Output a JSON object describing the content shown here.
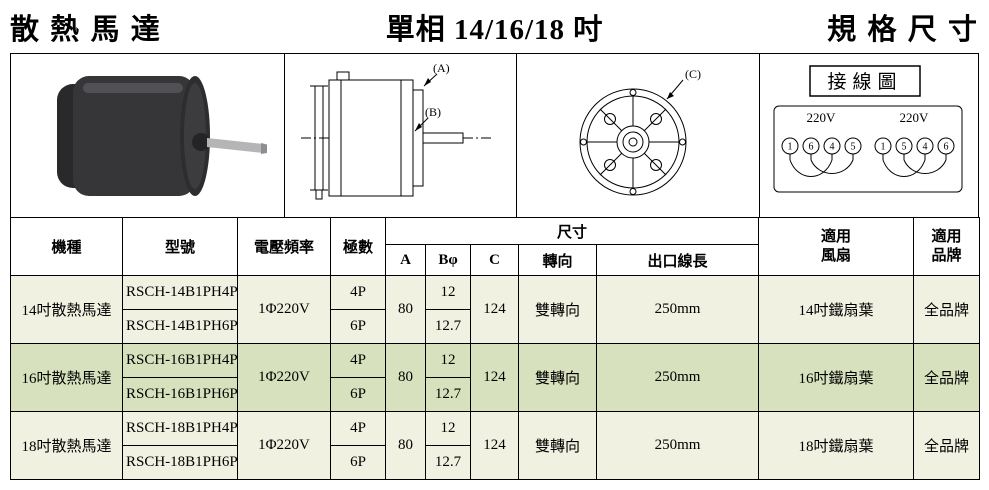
{
  "titles": {
    "left": "散 熱 馬 達",
    "center": "單相  14/16/18 吋",
    "right": "規 格 尺 寸"
  },
  "diagrams": {
    "dim_a_label": "(A)",
    "dim_b_label": "(B)",
    "dim_c_label": "(C)",
    "wiring": {
      "title": "接線圖",
      "left_voltage": "220V",
      "right_voltage": "220V",
      "left_terminals": [
        "1",
        "6",
        "4",
        "5"
      ],
      "right_terminals": [
        "1",
        "5",
        "4",
        "6"
      ]
    }
  },
  "table": {
    "headers": {
      "model_type": "機種",
      "model_no": "型號",
      "voltage_freq": "電壓頻率",
      "poles": "極數",
      "dimensions": "尺寸",
      "dim_a": "A",
      "dim_b": "Bφ",
      "dim_c": "C",
      "rotation": "轉向",
      "wire_length": "出口線長",
      "fan_line1": "適用",
      "fan_line2": "風扇",
      "brand_line1": "適用",
      "brand_line2": "品牌"
    },
    "groups": [
      {
        "model_type": "14吋散熱馬達",
        "voltage": "1Φ220V",
        "dim_a": "80",
        "dim_c": "124",
        "rotation": "雙轉向",
        "wire_length": "250mm",
        "fan": "14吋鐵扇葉",
        "brand": "全品牌",
        "rows": [
          {
            "model_no": "RSCH-14B1PH4P",
            "poles": "4P",
            "dim_b": "12"
          },
          {
            "model_no": "RSCH-14B1PH6P",
            "poles": "6P",
            "dim_b": "12.7"
          }
        ]
      },
      {
        "model_type": "16吋散熱馬達",
        "voltage": "1Φ220V",
        "dim_a": "80",
        "dim_c": "124",
        "rotation": "雙轉向",
        "wire_length": "250mm",
        "fan": "16吋鐵扇葉",
        "brand": "全品牌",
        "rows": [
          {
            "model_no": "RSCH-16B1PH4P",
            "poles": "4P",
            "dim_b": "12"
          },
          {
            "model_no": "RSCH-16B1PH6P",
            "poles": "6P",
            "dim_b": "12.7"
          }
        ]
      },
      {
        "model_type": "18吋散熱馬達",
        "voltage": "1Φ220V",
        "dim_a": "80",
        "dim_c": "124",
        "rotation": "雙轉向",
        "wire_length": "250mm",
        "fan": "18吋鐵扇葉",
        "brand": "全品牌",
        "rows": [
          {
            "model_no": "RSCH-18B1PH4P",
            "poles": "4P",
            "dim_b": "12"
          },
          {
            "model_no": "RSCH-18B1PH6P",
            "poles": "6P",
            "dim_b": "12.7"
          }
        ]
      }
    ]
  },
  "colors": {
    "row_light": "#f0f1e1",
    "row_medium": "#d8e1bd",
    "border": "#000000",
    "motor_body": "#363638"
  }
}
